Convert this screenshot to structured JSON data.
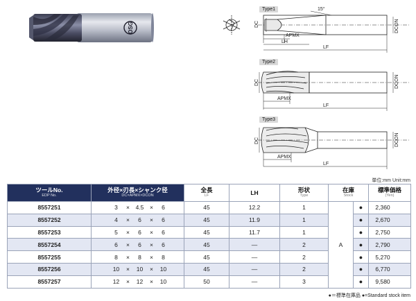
{
  "photo": {
    "logo_text": "OSG"
  },
  "drawings": {
    "type1": {
      "label": "Type1",
      "angle": "15°",
      "dc": "DC",
      "dcon": "DCON",
      "apmx": "APMX",
      "lh": "LH",
      "lf": "LF"
    },
    "type2": {
      "label": "Type2",
      "dc": "DC",
      "dcon": "DCON",
      "apmx": "APMX",
      "lf": "LF"
    },
    "type3": {
      "label": "Type3",
      "dc": "DC",
      "dcon": "DCON",
      "apmx": "APMX",
      "lf": "LF"
    }
  },
  "unit_note": "単位:mm Unit:mm",
  "table": {
    "headers": {
      "tool_no": "ツールNo.",
      "tool_no_sub": "EDP No.",
      "size": "外径×刃長×シャンク径",
      "size_sub": "DC×APMX×DCON",
      "lf": "全長",
      "lf_sub": "LF",
      "lh": "LH",
      "type": "形状",
      "type_sub": "Type",
      "stock": "在庫",
      "stock_sub": "Stock",
      "price": "標準価格",
      "price_sub": "(Yen)"
    },
    "stock_code": "A",
    "x": "×",
    "rows": [
      {
        "edp": "8557251",
        "dc": "3",
        "apmx": "4.5",
        "dcon": "6",
        "lf": "45",
        "lh": "12.2",
        "type": "1",
        "stock": "●",
        "price": "2,360"
      },
      {
        "edp": "8557252",
        "dc": "4",
        "apmx": "6",
        "dcon": "6",
        "lf": "45",
        "lh": "11.9",
        "type": "1",
        "stock": "●",
        "price": "2,670"
      },
      {
        "edp": "8557253",
        "dc": "5",
        "apmx": "6",
        "dcon": "6",
        "lf": "45",
        "lh": "11.7",
        "type": "1",
        "stock": "●",
        "price": "2,750"
      },
      {
        "edp": "8557254",
        "dc": "6",
        "apmx": "6",
        "dcon": "6",
        "lf": "45",
        "lh": "—",
        "type": "2",
        "stock": "●",
        "price": "2,790"
      },
      {
        "edp": "8557255",
        "dc": "8",
        "apmx": "8",
        "dcon": "8",
        "lf": "45",
        "lh": "—",
        "type": "2",
        "stock": "●",
        "price": "5,270"
      },
      {
        "edp": "8557256",
        "dc": "10",
        "apmx": "10",
        "dcon": "10",
        "lf": "45",
        "lh": "—",
        "type": "2",
        "stock": "●",
        "price": "6,770"
      },
      {
        "edp": "8557257",
        "dc": "12",
        "apmx": "12",
        "dcon": "10",
        "lf": "50",
        "lh": "—",
        "type": "3",
        "stock": "●",
        "price": "9,580"
      }
    ]
  },
  "legend": "●＝標準在庫品 ●=Standard stock item"
}
